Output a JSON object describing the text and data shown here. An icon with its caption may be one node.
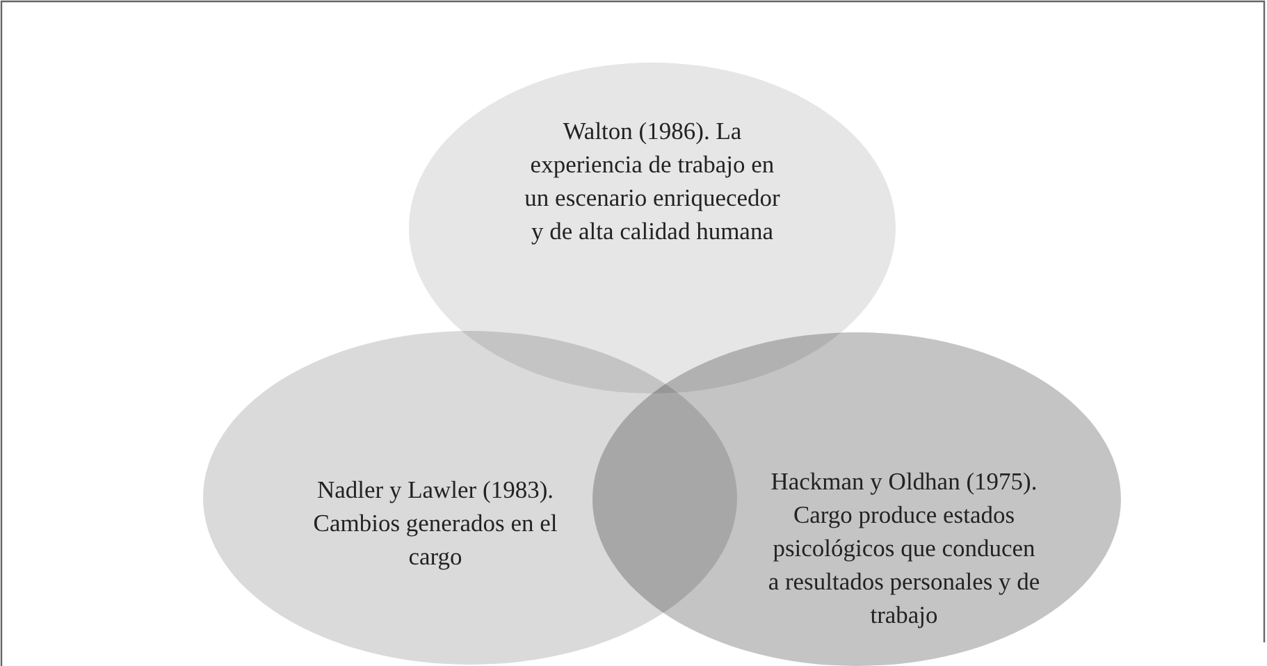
{
  "diagram": {
    "nodes": [
      {
        "text": [
          "Walton (1986). La experiencia de trabajo en un escenario enriquecedor y de alta calidad humana"
        ]
      },
      {
        "text": [
          "Nadler y Lawler (1983). Cambios generados en el cargo"
        ]
      },
      {
        "text": [
          "Hackman y Oldhan (1975). Cargo produce estados psicológicos que conducen a resultados personales y de trabajo"
        ]
      }
    ]
  }
}
